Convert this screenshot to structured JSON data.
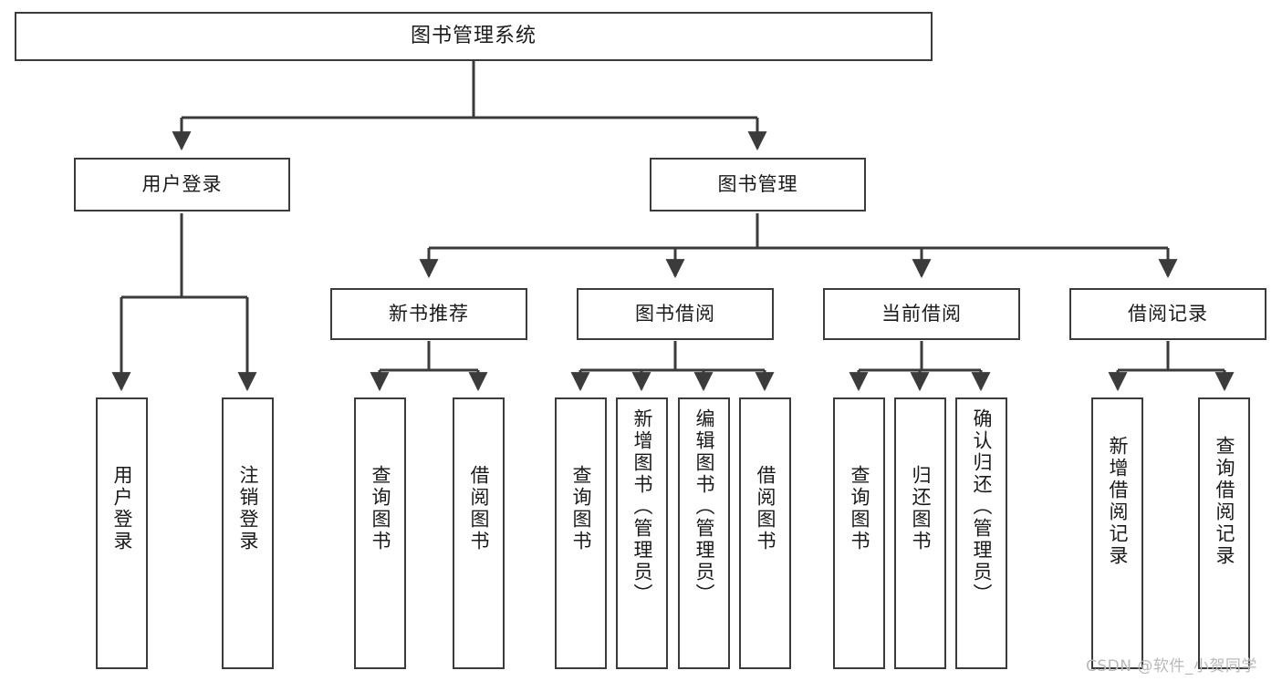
{
  "diagram": {
    "title": "图书管理系统",
    "root": {
      "label": "图书管理系统"
    },
    "level2": [
      {
        "label": "用户登录"
      },
      {
        "label": "图书管理"
      }
    ],
    "level3": [
      {
        "label": "新书推荐"
      },
      {
        "label": "图书借阅"
      },
      {
        "label": "当前借阅"
      },
      {
        "label": "借阅记录"
      }
    ],
    "leaves": {
      "user_login": [
        {
          "label": "用户登录"
        },
        {
          "label": "注销登录"
        }
      ],
      "new_book_recommend": [
        {
          "label": "查询图书"
        },
        {
          "label": "借阅图书"
        }
      ],
      "book_borrow": [
        {
          "label": "查询图书"
        },
        {
          "label": "新增图书（管理员）"
        },
        {
          "label": "编辑图书（管理员）"
        },
        {
          "label": "借阅图书"
        }
      ],
      "current_borrow": [
        {
          "label": "查询图书"
        },
        {
          "label": "归还图书"
        },
        {
          "label": "确认归还（管理员）"
        }
      ],
      "borrow_record": [
        {
          "label": "新增借阅记录"
        },
        {
          "label": "查询借阅记录"
        }
      ]
    }
  },
  "watermark": {
    "text": "CSDN @软件_小贺同学"
  },
  "colors": {
    "box_border": "#3b3b3b",
    "box_fill": "#ffffff",
    "connector": "#3b3b3b",
    "text": "#1a1a1a",
    "watermark": "#b9b9b9"
  }
}
